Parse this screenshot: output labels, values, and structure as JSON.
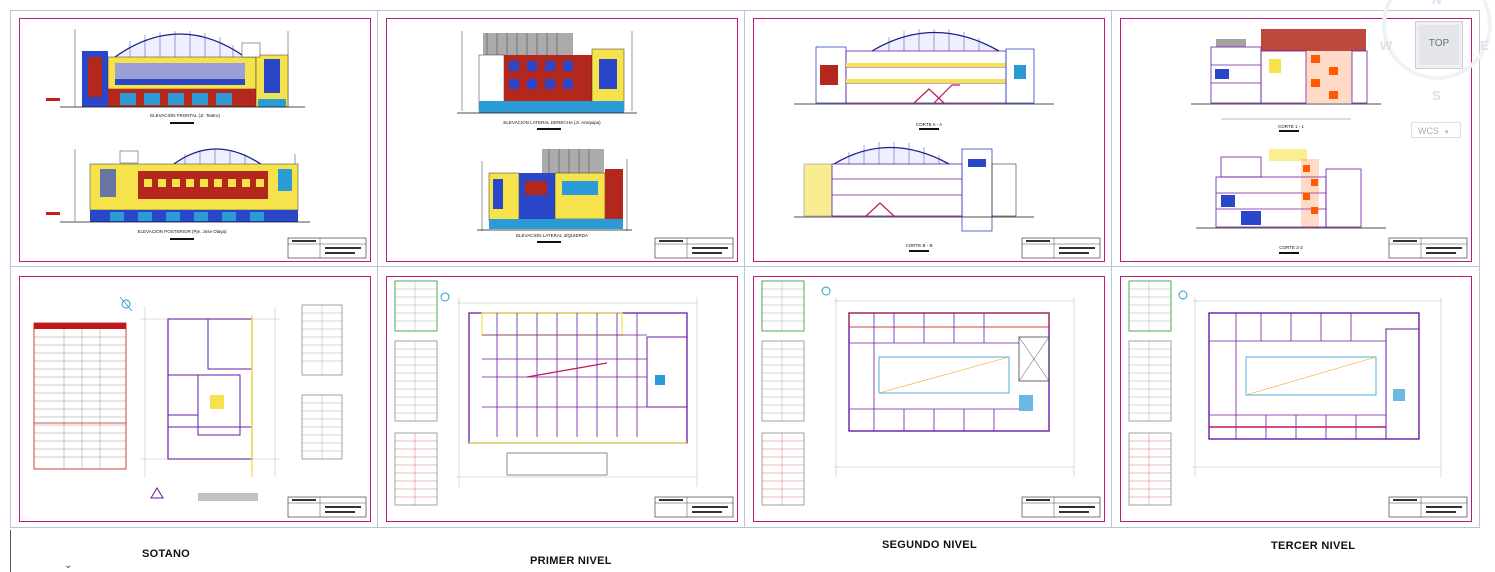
{
  "sheets": {
    "elevations": {
      "frontal_caption": "ELEVACION FRONTAL (Jr. Teatro)",
      "posterior_caption": "ELEVACION POSTERIOR (Pje. Jose Olaya)"
    },
    "laterals": {
      "right_caption": "ELEVACION LATERAL DERECHA (Jr. Arequipa)",
      "left_caption": "ELEVACION LATERAL IZQUIERDA"
    },
    "sections_ab": {
      "a_caption": "CORTE A - A",
      "b_caption": "CORTE B - B"
    },
    "sections_12": {
      "one_caption": "CORTE 1 - 1",
      "two_caption": "CORTE 2-2"
    }
  },
  "levels": {
    "sotano": "SOTANO",
    "primer": "PRIMER NIVEL",
    "segundo": "SEGUNDO NIVEL",
    "tercer": "TERCER NIVEL"
  },
  "viewcube": {
    "top_label": "TOP",
    "north": "N",
    "west": "W",
    "east": "E",
    "south": "S",
    "wcs_label": "WCS"
  },
  "colors": {
    "sheet_border": "#c0187a",
    "viewport_border": "#b8c4e0",
    "wall_purple": "#6a1aa8",
    "roof_arc": "#1b1f8a",
    "facade_yellow": "#f6e24a",
    "facade_red": "#b3271c",
    "facade_blue": "#2b47c9"
  }
}
